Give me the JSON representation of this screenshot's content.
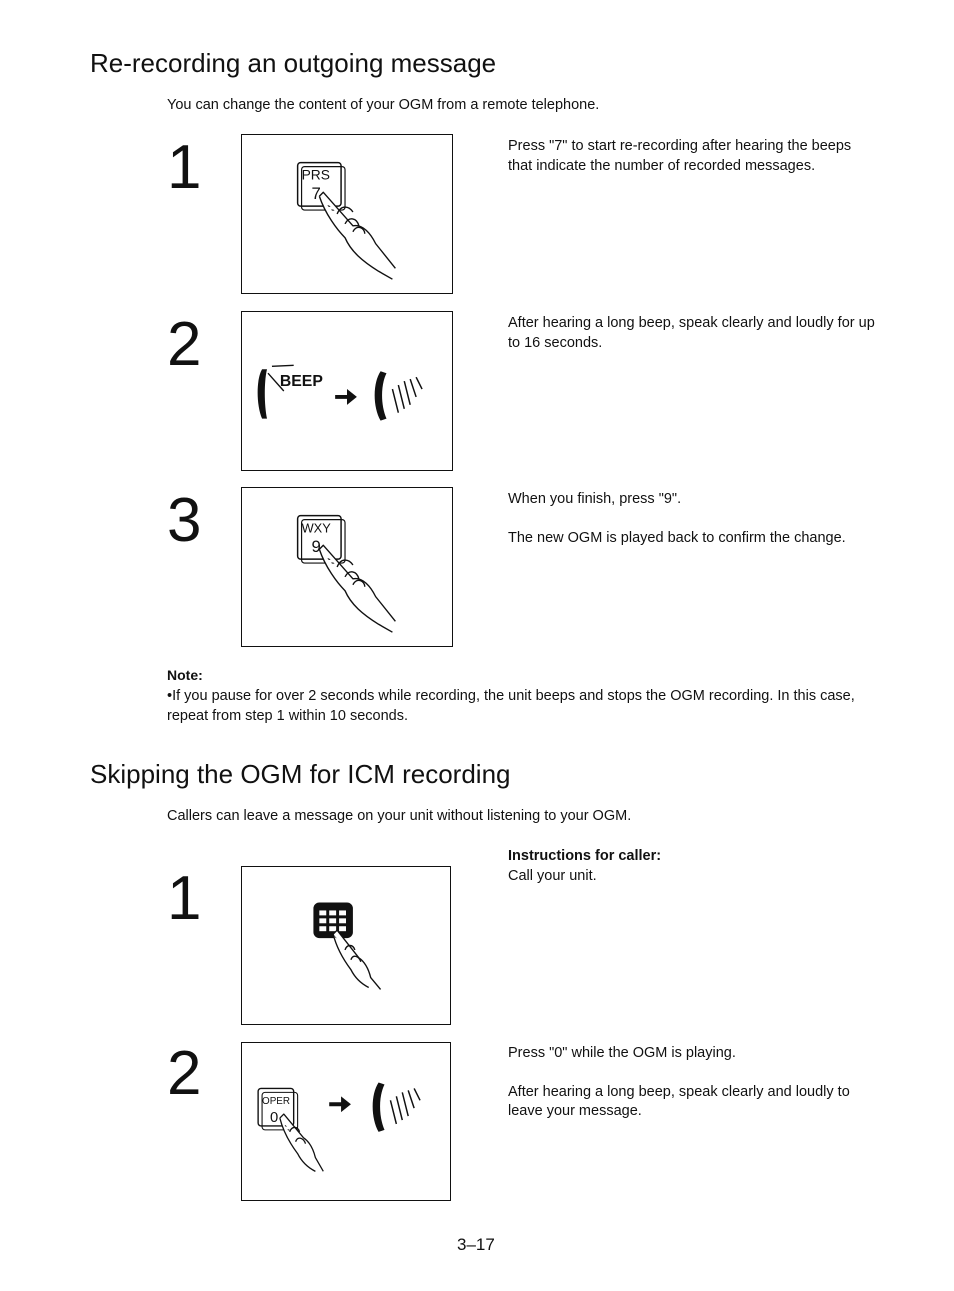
{
  "section1": {
    "title": "Re-recording an outgoing message",
    "intro": "You can change the content of your OGM from a remote telephone.",
    "steps": [
      {
        "number": "1",
        "key_letters": "PRS",
        "key_digit": "7",
        "text": [
          "Press \"7\" to start re-recording after hearing the beeps that indicate the number of recorded messages."
        ]
      },
      {
        "number": "2",
        "beep_label": "BEEP",
        "text": [
          "After hearing a long beep, speak clearly and loudly for up to 16 seconds."
        ]
      },
      {
        "number": "3",
        "key_letters": "WXY",
        "key_digit": "9",
        "text": [
          "When you finish, press \"9\".",
          "The new OGM is played back to confirm the change."
        ]
      }
    ],
    "note_title": "Note:",
    "note_text": "•If you pause for over 2 seconds while recording, the unit beeps and stops the OGM recording. In this case, repeat from step 1 within 10 seconds."
  },
  "section2": {
    "title": "Skipping the OGM for ICM recording",
    "intro": "Callers can leave a message on your unit without listening to your OGM.",
    "steps": [
      {
        "number": "1",
        "caller_title": "Instructions for caller:",
        "text": [
          "Call your unit."
        ]
      },
      {
        "number": "2",
        "key_letters": "OPER",
        "key_digit": "0",
        "text": [
          "Press \"0\" while the OGM is playing.",
          "After hearing a long beep, speak clearly and loudly to leave your message."
        ]
      }
    ]
  },
  "page_number": "3–17"
}
